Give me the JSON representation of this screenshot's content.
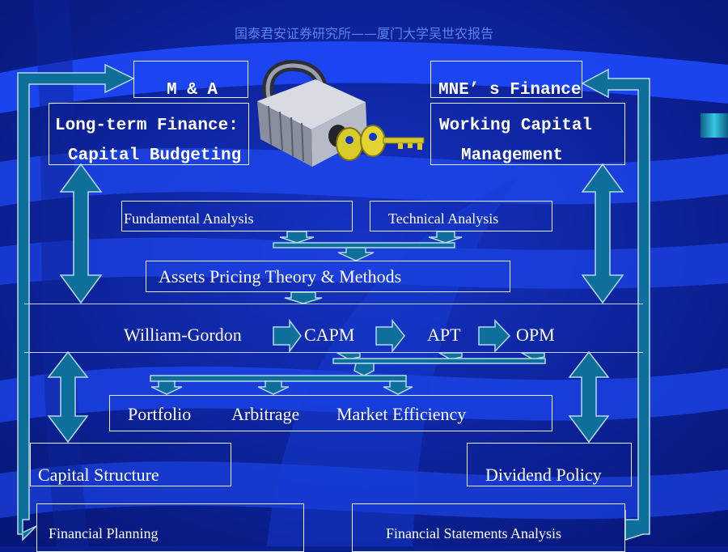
{
  "header": "国泰君安证券研究所——厦门大学吴世农报告",
  "top_left": {
    "ma": "M & A",
    "longterm_line1": "Long-term Finance:",
    "longterm_line2": "Capital Budgeting"
  },
  "top_right": {
    "mne": "MNE’ s Finance",
    "wc_line1": "Working Capital",
    "wc_line2": "Management"
  },
  "analysis": {
    "fundamental": "Fundamental Analysis",
    "technical": "Technical Analysis"
  },
  "assets_pricing": "Assets Pricing Theory & Methods",
  "models": [
    "William-Gordon",
    "CAPM",
    "APT",
    "OPM"
  ],
  "topics": [
    "Portfolio",
    "Arbitrage",
    "Market Efficiency"
  ],
  "capital_structure": "Capital Structure",
  "dividend_policy": "Dividend Policy",
  "financial_planning": "Financial Planning",
  "financial_statements": "Financial Statements Analysis",
  "colors": {
    "background": "#0a1f8f",
    "swoosh": "#1e4bff",
    "arrow_fill": "#0e6f9a",
    "arrow_stroke": "#b6d8ea",
    "header_text": "#5b84e8"
  },
  "icons": [
    "padlock-key-icon"
  ]
}
